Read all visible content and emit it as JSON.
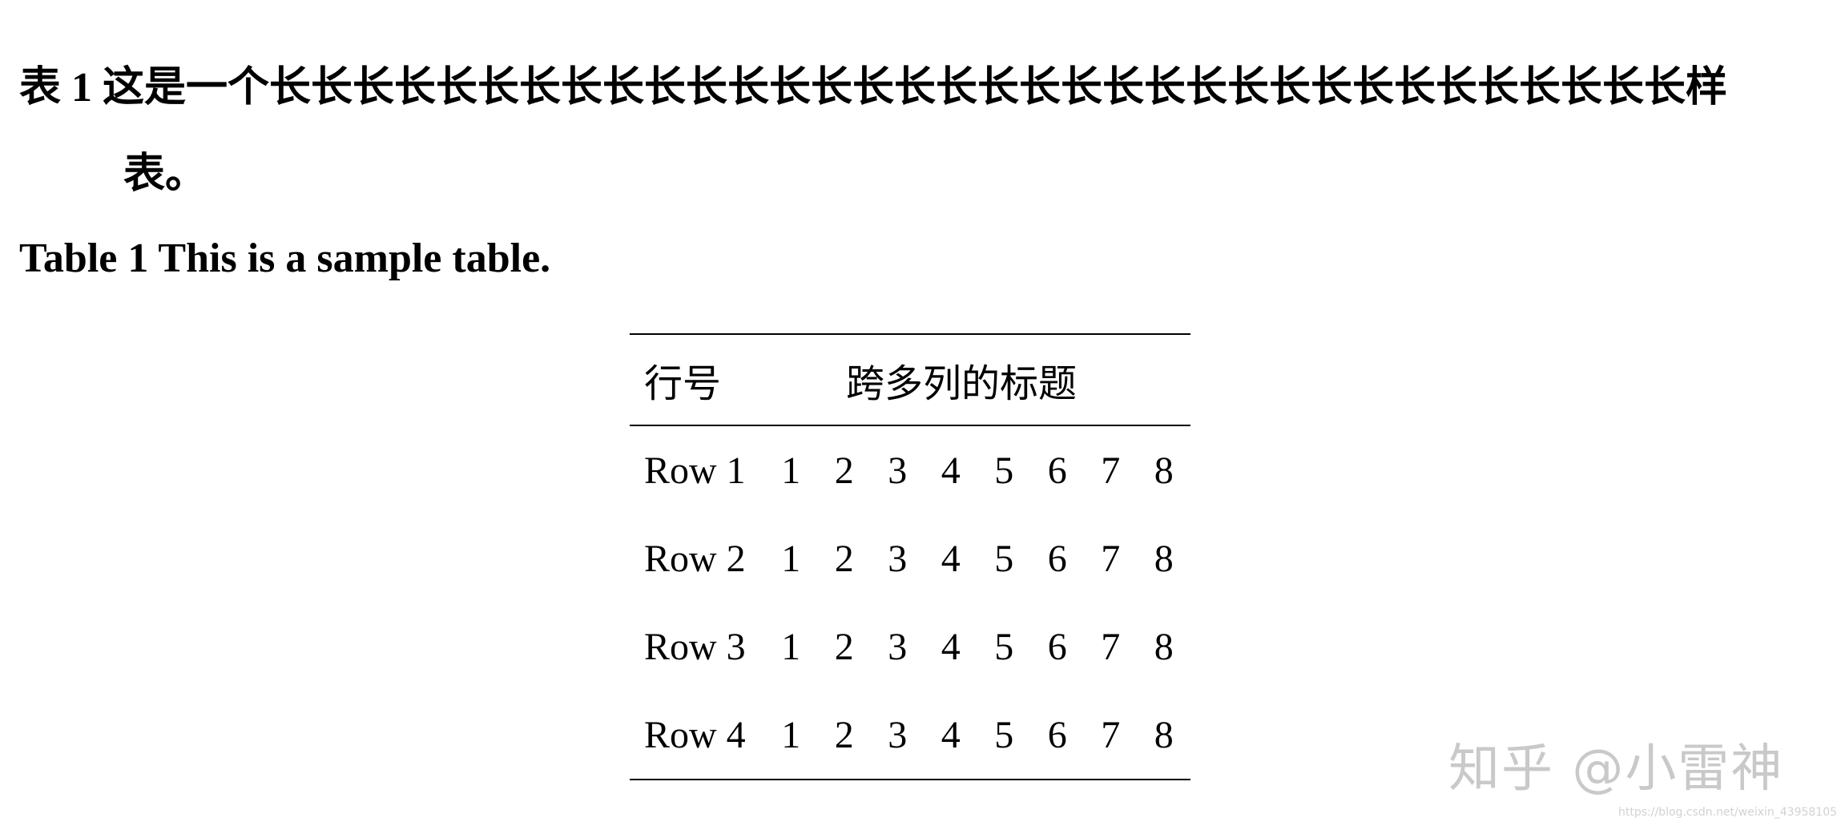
{
  "caption_cn": "表 1 这是一个长长长长长长长长长长长长长长长长长长长长长长长长长长长长长长长长长长样表。",
  "caption_en": "Table 1 This is a sample table.",
  "table": {
    "header": {
      "row_label": "行号",
      "span_title": "跨多列的标题"
    },
    "rows": [
      {
        "label": "Row 1",
        "values": [
          "1",
          "2",
          "3",
          "4",
          "5",
          "6",
          "7",
          "8"
        ]
      },
      {
        "label": "Row 2",
        "values": [
          "1",
          "2",
          "3",
          "4",
          "5",
          "6",
          "7",
          "8"
        ]
      },
      {
        "label": "Row 3",
        "values": [
          "1",
          "2",
          "3",
          "4",
          "5",
          "6",
          "7",
          "8"
        ]
      },
      {
        "label": "Row 4",
        "values": [
          "1",
          "2",
          "3",
          "4",
          "5",
          "6",
          "7",
          "8"
        ]
      }
    ]
  },
  "watermark": {
    "brand": "知乎 @小雷神",
    "url": "https://blog.csdn.net/weixin_43958105"
  }
}
